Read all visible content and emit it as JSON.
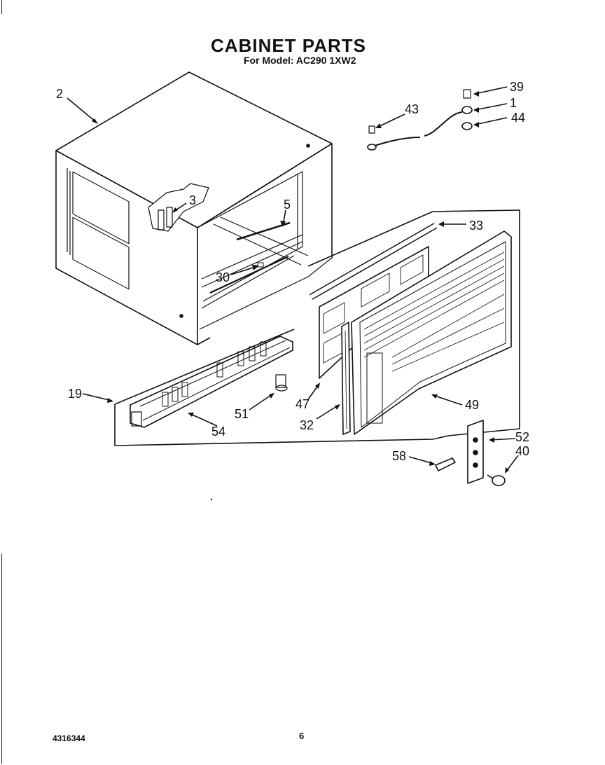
{
  "page_title": "CABINET PARTS",
  "subtitle": "For Model: AC290 1XW2",
  "document_number": "4316344",
  "page_number": "6",
  "callouts": [
    "2",
    "3",
    "5",
    "30",
    "43",
    "39",
    "1",
    "44",
    "33",
    "19",
    "51",
    "54",
    "47",
    "32",
    "49",
    "52",
    "40",
    "58"
  ]
}
